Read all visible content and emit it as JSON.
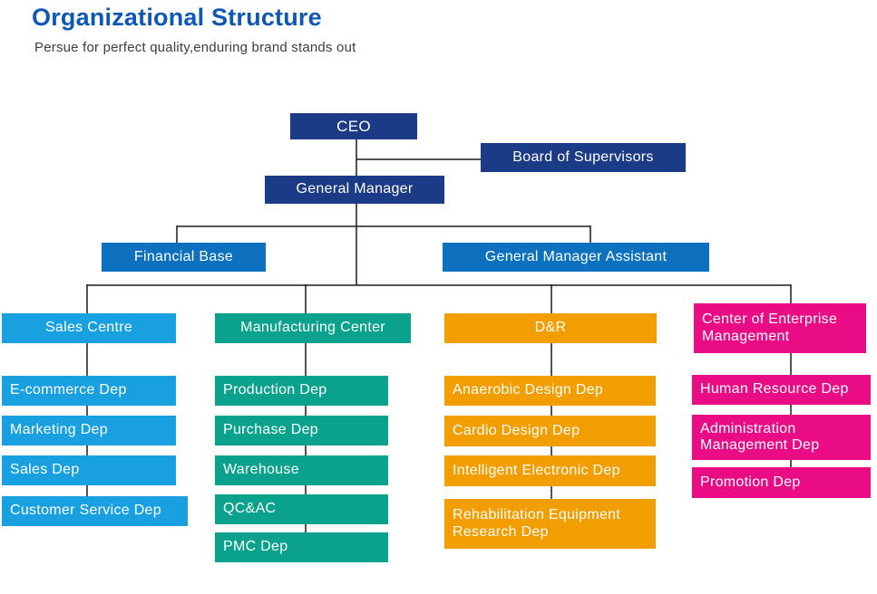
{
  "page": {
    "title": "Organizational Structure",
    "subtitle": "Persue for perfect quality,enduring brand stands out"
  },
  "palette": {
    "title_blue": "#0D57B5",
    "navy_executive": "#1C3B87",
    "blue_staff": "#0E71BF",
    "light_blue_sales": "#18A0E0",
    "teal_manufacturing": "#0AA28C",
    "orange_dr": "#F29D00",
    "pink_enterprise": "#E90C85",
    "connector_line": "#1a1a1a",
    "node_text": "#FFFFFF"
  },
  "nodes": {
    "ceo": {
      "label": "CEO"
    },
    "board": {
      "label": "Board of Supervisors"
    },
    "gm": {
      "label": "General Manager"
    },
    "financial": {
      "label": "Financial Base"
    },
    "gma": {
      "label": "General Manager Assistant"
    },
    "sales": {
      "label": "Sales Centre"
    },
    "manufacturing": {
      "label": "Manufacturing Center"
    },
    "dr": {
      "label": "D&R"
    },
    "enterprise": {
      "label": "Center of Enterprise Management"
    },
    "ecommerce": {
      "label": "E-commerce Dep"
    },
    "marketing": {
      "label": "Marketing Dep"
    },
    "salesdep": {
      "label": "Sales Dep"
    },
    "customer": {
      "label": "Customer Service Dep"
    },
    "production": {
      "label": "Production Dep"
    },
    "purchase": {
      "label": "Purchase Dep"
    },
    "warehouse": {
      "label": "Warehouse"
    },
    "qcac": {
      "label": "QC&AC"
    },
    "pmc": {
      "label": "PMC Dep"
    },
    "anaerobic": {
      "label": "Anaerobic Design Dep"
    },
    "cardio": {
      "label": "Cardio Design Dep"
    },
    "intelligent": {
      "label": "Intelligent Electronic Dep"
    },
    "rehab": {
      "label": "Rehabilitation Equipment Research Dep"
    },
    "hr": {
      "label": "Human Resource Dep"
    },
    "admin": {
      "label": "Administration Management Dep"
    },
    "promotion": {
      "label": "Promotion Dep"
    }
  },
  "structure": {
    "ceo": [
      "board",
      "gm"
    ],
    "gm": [
      "financial",
      "gma",
      "sales",
      "manufacturing",
      "dr",
      "enterprise"
    ],
    "sales": [
      "ecommerce",
      "marketing",
      "salesdep",
      "customer"
    ],
    "manufacturing": [
      "production",
      "purchase",
      "warehouse",
      "qcac",
      "pmc"
    ],
    "dr": [
      "anaerobic",
      "cardio",
      "intelligent",
      "rehab"
    ],
    "enterprise": [
      "hr",
      "admin",
      "promotion"
    ]
  }
}
